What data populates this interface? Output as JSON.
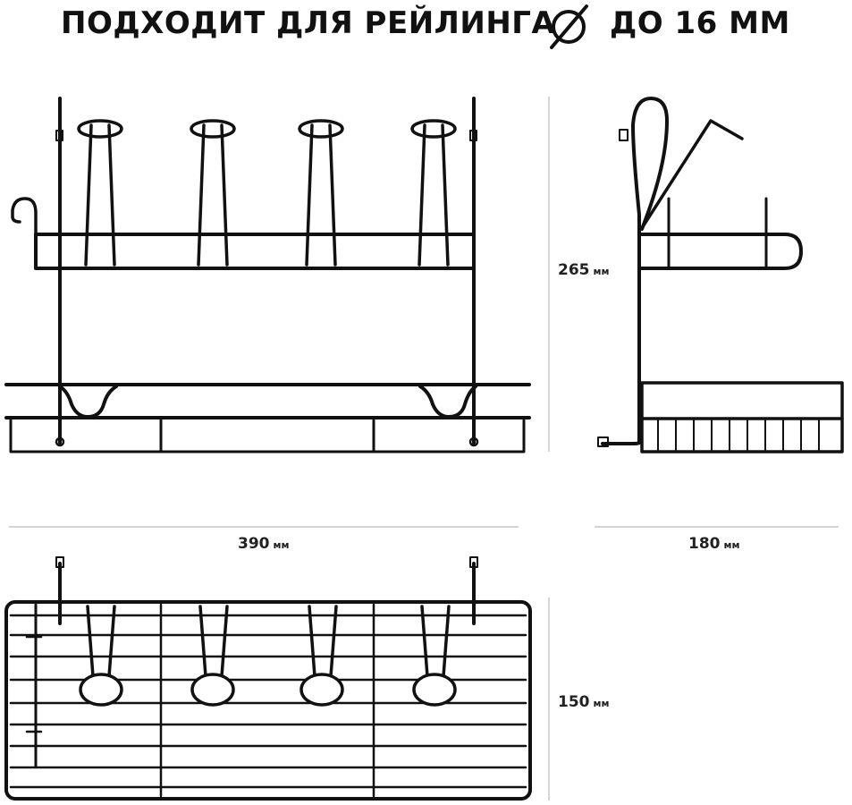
{
  "header": {
    "title_left": "ПОДХОДИТ ДЛЯ РЕЙЛИНГА",
    "diameter_symbol": "Ø",
    "title_right": "ДО 16 ММ"
  },
  "dimensions": {
    "height": {
      "value": "265",
      "unit": "мм"
    },
    "width": {
      "value": "390",
      "unit": "мм"
    },
    "depth": {
      "value": "180",
      "unit": "мм"
    },
    "shelf_depth": {
      "value": "150",
      "unit": "мм"
    }
  },
  "colors": {
    "line": "#111111",
    "guide": "#bbbbbb"
  }
}
